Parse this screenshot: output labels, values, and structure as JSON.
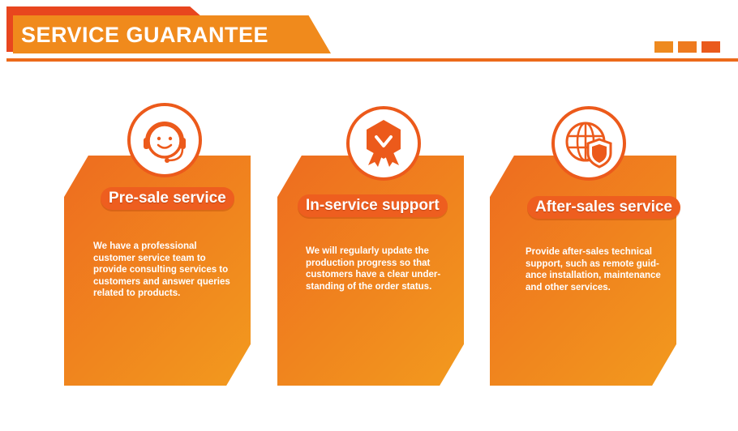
{
  "header": {
    "title": "SERVICE GUARANTEE"
  },
  "colors": {
    "accent_red": "#e8461e",
    "accent_orange": "#f08a1c",
    "card_gradient_start": "#ee6c1f",
    "card_gradient_end": "#f29a1e",
    "icon_ring": "#ec5a1b"
  },
  "cards": [
    {
      "icon": "headset-smiley-icon",
      "title": "Pre-sale service",
      "lines": [
        "We have a professional",
        "customer service team to",
        "provide consulting services to",
        "customers and answer queries",
        "related to products."
      ]
    },
    {
      "icon": "check-badge-icon",
      "title": "In-service support",
      "lines": [
        "We will regularly update the",
        "production progress so that",
        "customers have a clear under-",
        "standing of the order status."
      ]
    },
    {
      "icon": "globe-shield-icon",
      "title": "After-sales service",
      "lines": [
        "Provide after-sales technical",
        "support, such as remote guid-",
        "ance installation, maintenance",
        "and other services."
      ]
    }
  ]
}
